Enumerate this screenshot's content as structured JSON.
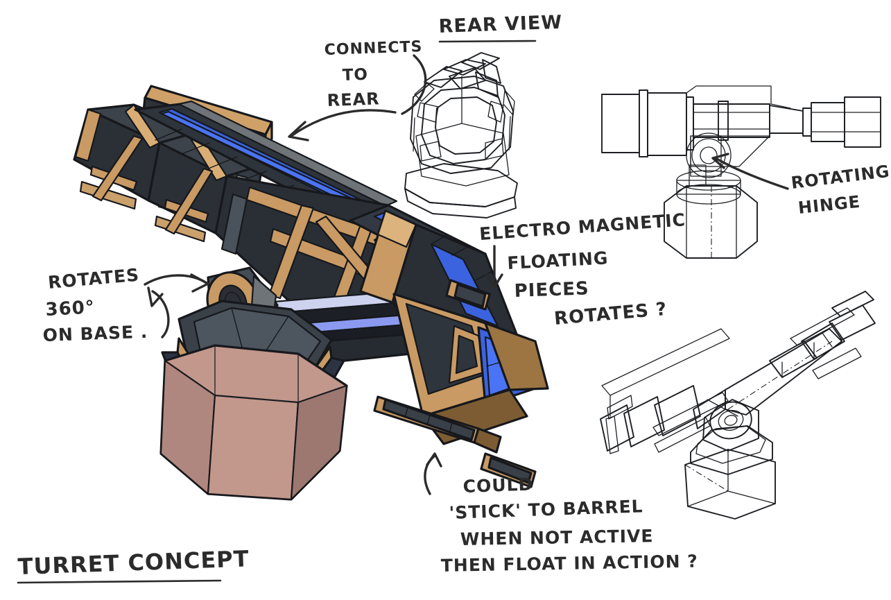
{
  "sheet": {
    "title": "TURRET CONCEPT",
    "background_color": "#ffffff",
    "ink_color": "#2b2b2b"
  },
  "annotations": {
    "rotates_base": {
      "line1": "ROTATES",
      "line2": "360°",
      "line3": "ON BASE ."
    },
    "connects_rear": {
      "line1": "CONNECTS",
      "line2": "TO",
      "line3": "REAR"
    },
    "rear_view": {
      "label": "REAR VIEW"
    },
    "electromagnetic": {
      "line1": "ELECTRO MAGNETIC",
      "line2": "FLOATING",
      "line3": "PIECES",
      "line4": "ROTATES ?"
    },
    "rotating_hinge": {
      "line1": "ROTATING",
      "line2": "HINGE"
    },
    "stick_to_barrel": {
      "line1": "COULD",
      "line2": "'STICK' TO BARREL",
      "line3": "WHEN NOT ACTIVE",
      "line4": "THEN FLOAT IN ACTION ?"
    }
  },
  "palette": {
    "gold": "#c99a63",
    "gold_light": "#dcb37c",
    "gold_dark": "#9c7542",
    "gold_shadow": "#7d5c33",
    "panel_dark": "#33383f",
    "panel_mid": "#424951",
    "panel_light": "#545c65",
    "panel_black": "#1e2227",
    "gray": "#8b8d90",
    "gray_dark": "#6d7074",
    "blue": "#3b63df",
    "blue_bright": "#4a74f5",
    "blue_pale": "#b9c2f2",
    "lavender": "#cdd2ee",
    "base_rose": "#c2978c",
    "base_rose_dark": "#9c7871",
    "base_rose_side": "#b0877e",
    "navy_collar": "#2c3342",
    "pink": "#f6a9a4",
    "pink_line": "#d9726c",
    "green": "#a8e6a0",
    "green_dark": "#7ec077",
    "outline": "#16181c",
    "sketch": "#2b2b2b"
  },
  "views": {
    "main": {
      "name": "colored three-quarter turret",
      "caption": "TURRET CONCEPT"
    },
    "rear": {
      "name": "rear view line drawing"
    },
    "side_ortho": {
      "name": "side orthographic line drawing with hinge callout"
    },
    "perspective": {
      "name": "three-quarter line drawing"
    }
  }
}
